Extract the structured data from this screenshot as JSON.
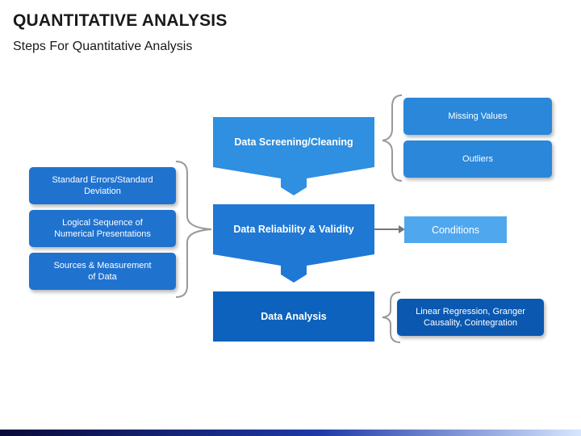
{
  "title": "QUANTITATIVE ANALYSIS",
  "subtitle": "Steps For Quantitative Analysis",
  "steps": [
    {
      "label": "Data Screening/Cleaning"
    },
    {
      "label": "Data Reliability & Validity"
    },
    {
      "label": "Data Analysis"
    }
  ],
  "screening_items": [
    {
      "label": "Missing Values"
    },
    {
      "label": "Outliers"
    }
  ],
  "reliability_items": [
    {
      "label": "Standard Errors/Standard Deviation"
    },
    {
      "label": "Logical Sequence of Numerical Presentations"
    },
    {
      "label": "Sources & Measurement of Data"
    }
  ],
  "conditions_label": "Conditions",
  "analysis_item": "Linear Regression, Granger Causality, Cointegration",
  "colors": {
    "step1": "#2f8fe0",
    "step2": "#1f78d4",
    "step3": "#0d62bd",
    "card": "#2a87da",
    "conditions": "#4fa7ee",
    "dark_card": "#0b58b0"
  }
}
